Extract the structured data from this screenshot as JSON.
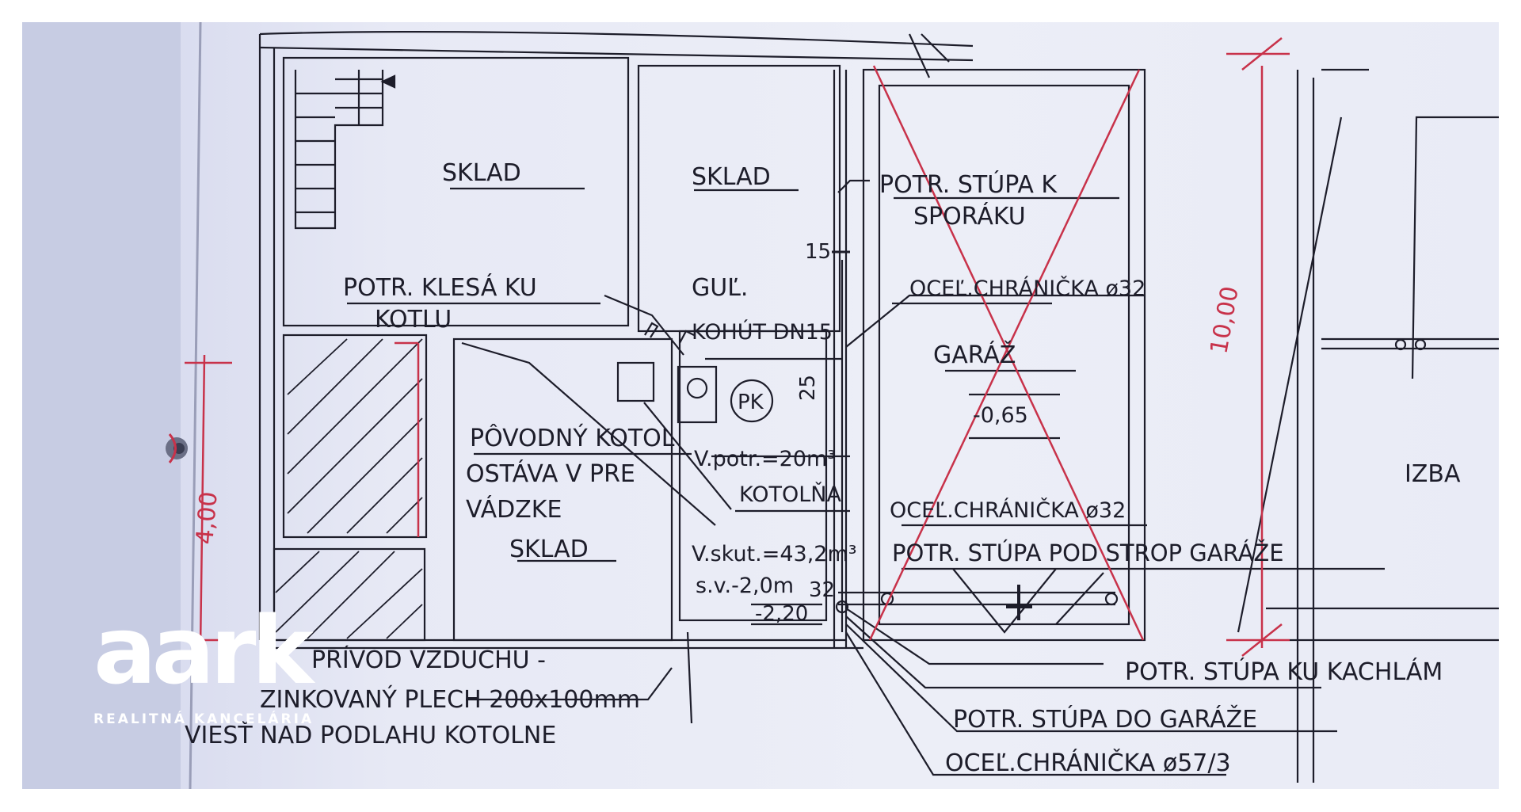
{
  "labels": {
    "sklad_top_left": "SKLAD",
    "sklad_top_mid": "SKLAD",
    "potr_stupa_k": "POTR. STÚPA K",
    "sporaku": "SPORÁKU",
    "potr_klesa": "POTR. KLESÁ KU",
    "kotlu": "KOTLU",
    "gul": "GUĽ.",
    "kohut": "KOHÚT DN15",
    "dim_15": "15",
    "ocel_1": "OCEĽ.CHRÁNIČKA ø32",
    "garaz": "GARÁŽ",
    "elev_garaz": "-0,65",
    "dim_25": "25",
    "pk": "PK",
    "povodny": "PÔVODNÝ KOTOL",
    "ostava": "OSTÁVA V PRE",
    "vadzke": "VÁDZKE",
    "sklad_bottom": "SKLAD",
    "vpotr": "V.potr.=20m³",
    "kotolna": "KOTOLŇA",
    "ocel_2": "OCEĽ.CHRÁNIČKA ø32",
    "potr_stupa_pod": "POTR. STÚPA POD STROP GARÁŽE",
    "vskut": "V.skut.=43,2m³",
    "sv": "s.v.-2,0m",
    "elev_kotolna": "-2,20",
    "dim_32": "32",
    "izba": "IZBA",
    "dim_1000": "10,00",
    "dim_400": "4,00",
    "potr_kachla": "POTR. STÚPA KU KACHLÁM",
    "privod": "PRÍVOD VZDUCHU -",
    "zinkovany": "ZINKOVANÝ PLECH 200x100mm",
    "viest": "VIESŤ NAD PODLAHU KOTOLNE",
    "potr_garaze": "POTR. STÚPA DO GARÁŽE",
    "ocel_3": "OCEĽ.CHRÁNIČKA ø57/3"
  },
  "watermark": {
    "word": "aark",
    "subtitle": "REALITNÁ KANCELÁRIA"
  },
  "colors": {
    "ink": "#1d1d2a",
    "red_pencil": "#c8324a",
    "paper": "#eceef7"
  }
}
